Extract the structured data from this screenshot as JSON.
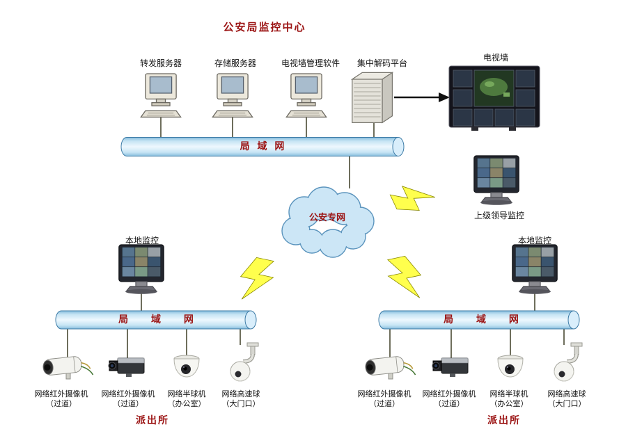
{
  "colors": {
    "accent_red": "#9b1313",
    "pipe_blue": "#bfe2f4",
    "bolt_yellow": "#ffff4d"
  },
  "header": {
    "title": "公安局监控中心"
  },
  "center": {
    "devices": [
      {
        "label": "转发服务器"
      },
      {
        "label": "存储服务器"
      },
      {
        "label": "电视墙管理软件"
      },
      {
        "label": "集中解码平台"
      }
    ],
    "tv_wall_label": "电视墙",
    "lan_label": "局 域 网"
  },
  "cloud": {
    "label": "公安专网"
  },
  "leader": {
    "label": "上级领导监控"
  },
  "branches": [
    {
      "monitor_label": "本地监控",
      "lan_label": "局 域 网",
      "station_label": "派出所",
      "cameras": [
        {
          "name": "网络红外摄像机",
          "location": "（过道）"
        },
        {
          "name": "网络红外摄像机",
          "location": "（过道）"
        },
        {
          "name": "网络半球机",
          "location": "（办公室）"
        },
        {
          "name": "网络高速球",
          "location": "（大门口）"
        }
      ]
    },
    {
      "monitor_label": "本地监控",
      "lan_label": "局 域 网",
      "station_label": "派出所",
      "cameras": [
        {
          "name": "网络红外摄像机",
          "location": "（过道）"
        },
        {
          "name": "网络红外摄像机",
          "location": "（过道）"
        },
        {
          "name": "网络半球机",
          "location": "（办公室）"
        },
        {
          "name": "网络高速球",
          "location": "（大门口）"
        }
      ]
    }
  ]
}
